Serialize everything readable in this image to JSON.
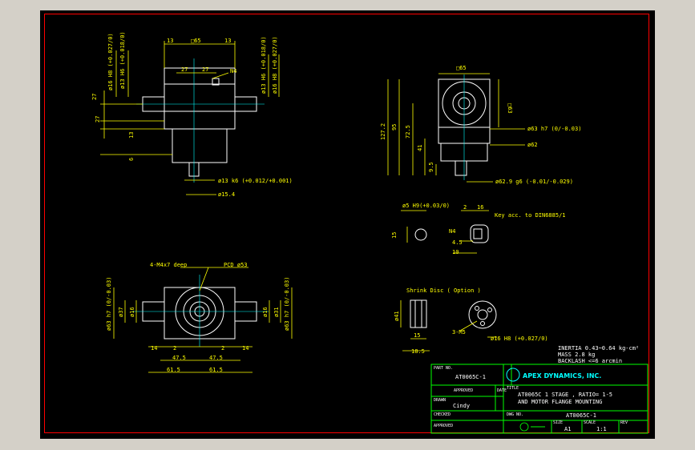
{
  "colors": {
    "background": "#000000",
    "border": "#ff0000",
    "geometry": "#ffffff",
    "dimensions": "#ffff00",
    "title_block": "#00ff00",
    "center_lines": "#00ffff"
  },
  "dims": {
    "d13_top": "13",
    "sq65_top": "□65",
    "d13_top_r": "13",
    "v16h8": "ø16 H8 (+0.027/0)",
    "v13h6": "ø13 H6 (+0.018/0)",
    "d27a": "27",
    "d27b": "27",
    "n4": "N4",
    "v13h6r": "ø13 H6 (+0.018/0)",
    "v16h8r": "ø16 H8 (+0.027/0)",
    "d27l": "27",
    "d27l2": "27",
    "d13l": "13",
    "d6l": "6",
    "k6": "ø13 k6 (+0.012/+0.001)",
    "d154": "ø15.4",
    "sq65_side": "□65",
    "sq63_side": "□63",
    "d1272": "127.2",
    "d95": "95",
    "d725": "72.5",
    "d41": "41",
    "d95b": "9.5",
    "d63h7": "ø63 h7 (0/-0.03)",
    "d62": "ø62",
    "d629": "ø62.9 g6 (-0.01/-0.029)",
    "key_d5": "ø5 H9(+0.03/0)",
    "key_15": "15",
    "key_n4": "N4",
    "key_2": "2",
    "key_16": "16",
    "key_acc": "Key acc. to DIN6885/1",
    "key_45": "4.5",
    "key_10": "10",
    "holes": "4-M4x7 deep",
    "pcd": "PCD ø53",
    "b63h7l": "ø63 h7 (0/-0.03)",
    "b37": "ø37",
    "b16l": "ø16",
    "b14l": "14",
    "b2l": "2",
    "b2r": "2",
    "b14r": "14",
    "b475a": "47.5",
    "b475b": "47.5",
    "b615a": "61.5",
    "b615b": "61.5",
    "b16r": "ø16",
    "b31": "ø31",
    "b63h7r": "ø63 h7 (0/-0.03)",
    "shrink": "Shrink Disc ( Option )",
    "s41": "ø41",
    "s15": "15",
    "s185": "18.5",
    "s3m5": "3-M5",
    "s16h8": "ø16 H8 (+0.027/0)"
  },
  "notes": {
    "inertia": "INERTIA 0.43~0.64 kg-cm²",
    "mass": "MASS 2.8 kg",
    "backlash": "BACKLASH <=6 arcmin"
  },
  "title_block": {
    "part_no_label": "PART NO.",
    "part_no": "AT0065C-1",
    "company": "APEX DYNAMICS, INC.",
    "approved_label": "APPROVED",
    "date_label": "DATE",
    "title_label": "TITLE",
    "title_line1": "AT0065C 1 STAGE , RATIO= 1-5",
    "title_line2": "AND MOTOR FLANGE MOUNTING",
    "drawn_label": "DRAWN",
    "drawn_by": "Cindy",
    "checked_label": "CHECKED",
    "approved2_label": "APPROVED",
    "dwg_no_label": "DWG NO.",
    "dwg_no": "AT0065C-1",
    "size_label": "SIZE",
    "size": "A1",
    "scale_label": "SCALE",
    "scale": "1:1",
    "rev_label": "REV"
  }
}
